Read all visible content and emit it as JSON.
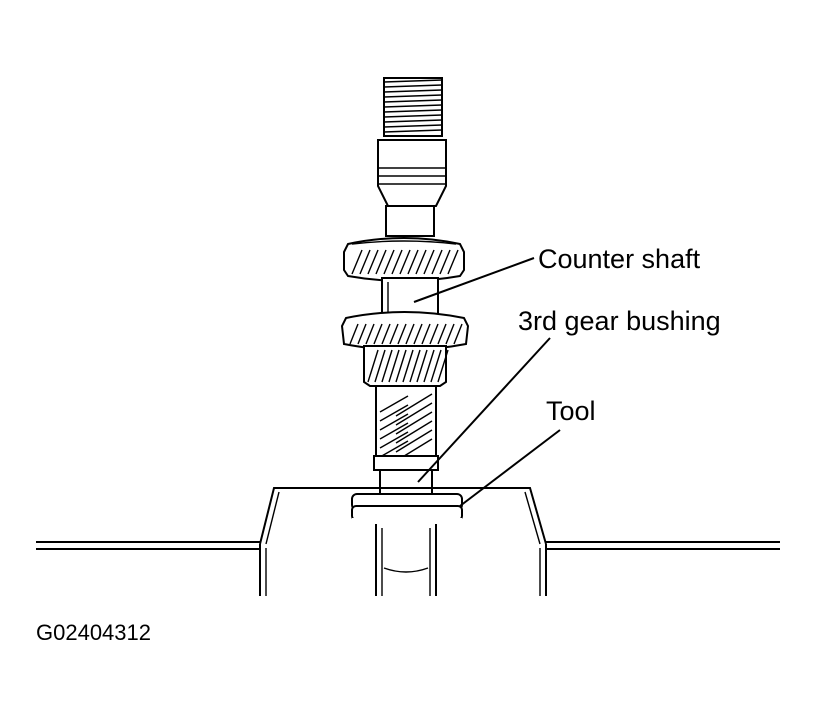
{
  "labels": {
    "counter_shaft": "Counter shaft",
    "third_gear_bushing": "3rd gear bushing",
    "tool": "Tool"
  },
  "figure_code": "G02404312"
}
